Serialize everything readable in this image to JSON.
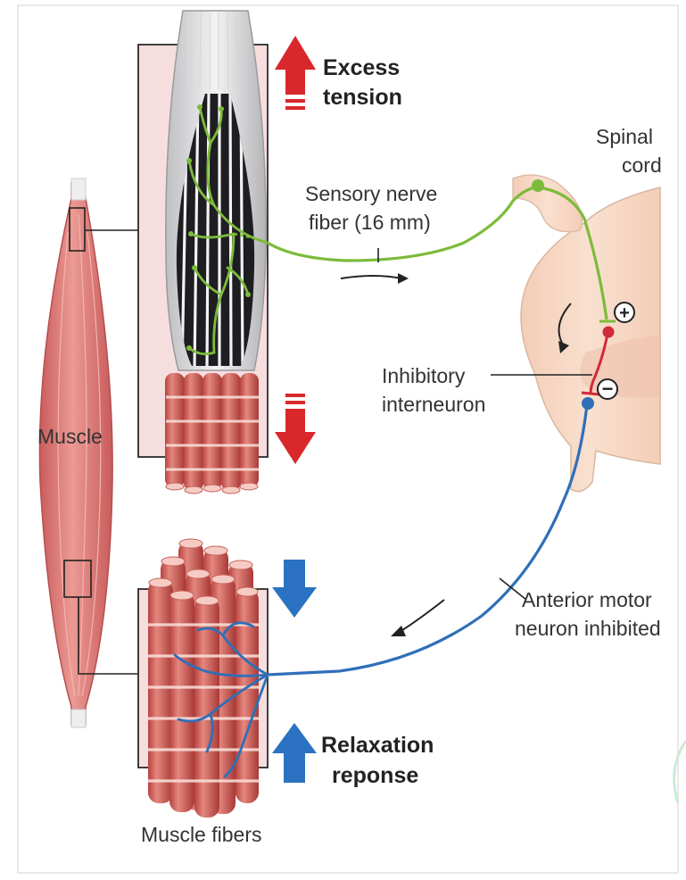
{
  "labels": {
    "muscle": "Muscle",
    "excess_tension_line1": "Excess",
    "excess_tension_line2": "tension",
    "spinal_cord_line1": "Spinal",
    "spinal_cord_line2": "cord",
    "sensory_fiber_line1": "Sensory nerve",
    "sensory_fiber_line2": "fiber (16 mm)",
    "inhibitory_line1": "Inhibitory",
    "inhibitory_line2": "interneuron",
    "plus_sign": "+",
    "minus_sign": "−",
    "anterior_motor_line1": "Anterior motor",
    "anterior_motor_line2": "neuron inhibited",
    "relaxation_line1": "Relaxation",
    "relaxation_line2": "reponse",
    "muscle_fibers": "Muscle fibers"
  },
  "colors": {
    "sensory_nerve": "#7cbb3a",
    "motor_nerve": "#2f6fb8",
    "interneuron": "#d02a3a",
    "tension_arrow": "#d8282b",
    "relaxation_arrow": "#2b73c2",
    "muscle": "#d9716f",
    "spinal_cord": "#f6d6c2",
    "inset_background": "#f7dede"
  }
}
